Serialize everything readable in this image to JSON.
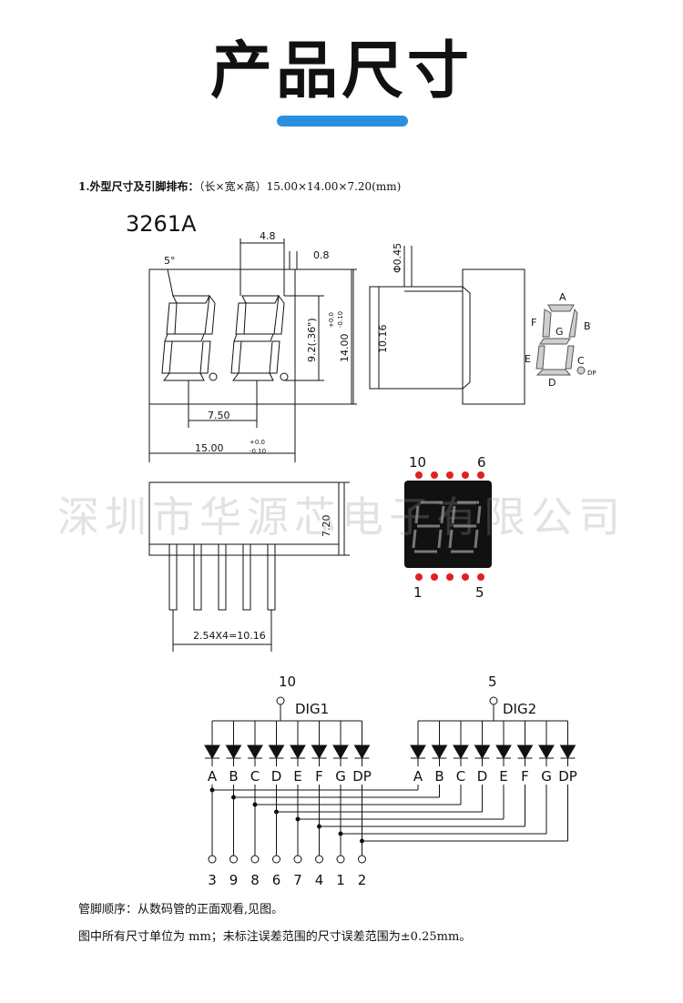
{
  "title": "产品尺寸",
  "accent": "#2b8fe0",
  "spec": {
    "label": "1.外型尺寸及引脚排布：",
    "value": "（长×宽×高）15.00×14.00×7.20(mm)"
  },
  "model": "3261A",
  "dims": {
    "d48": "4.8",
    "d08": "0.8",
    "d5deg": "5°",
    "d045": "Φ0.45",
    "d92": "9.2(.36\")",
    "d1400": "14.00",
    "tol_plus": "+0.0",
    "tol_minus": "-0.10",
    "d1016": "10.16",
    "d750": "7.50",
    "d1500": "15.00",
    "d720": "7.20",
    "pitch": "2.54X4=10.16"
  },
  "segments": {
    "A": "A",
    "B": "B",
    "C": "C",
    "D": "D",
    "E": "E",
    "F": "F",
    "G": "G",
    "DP": "DP"
  },
  "pin_labels": {
    "p10": "10",
    "p6": "6",
    "p1": "1",
    "p5": "5"
  },
  "led_color": "#e02020",
  "watermark": "深圳市华源芯电子有限公司",
  "circuit": {
    "dig1_pin": "10",
    "dig1": "DIG1",
    "dig2_pin": "5",
    "dig2": "DIG2",
    "segs": [
      "A",
      "B",
      "C",
      "D",
      "E",
      "F",
      "G",
      "DP"
    ],
    "pins": [
      "3",
      "9",
      "8",
      "6",
      "7",
      "4",
      "1",
      "2"
    ]
  },
  "notes": {
    "n1": "管脚顺序：从数码管的正面观看,见图。",
    "n2": "图中所有尺寸单位为 mm；未标注误差范围的尺寸误差范围为±0.25mm。"
  }
}
